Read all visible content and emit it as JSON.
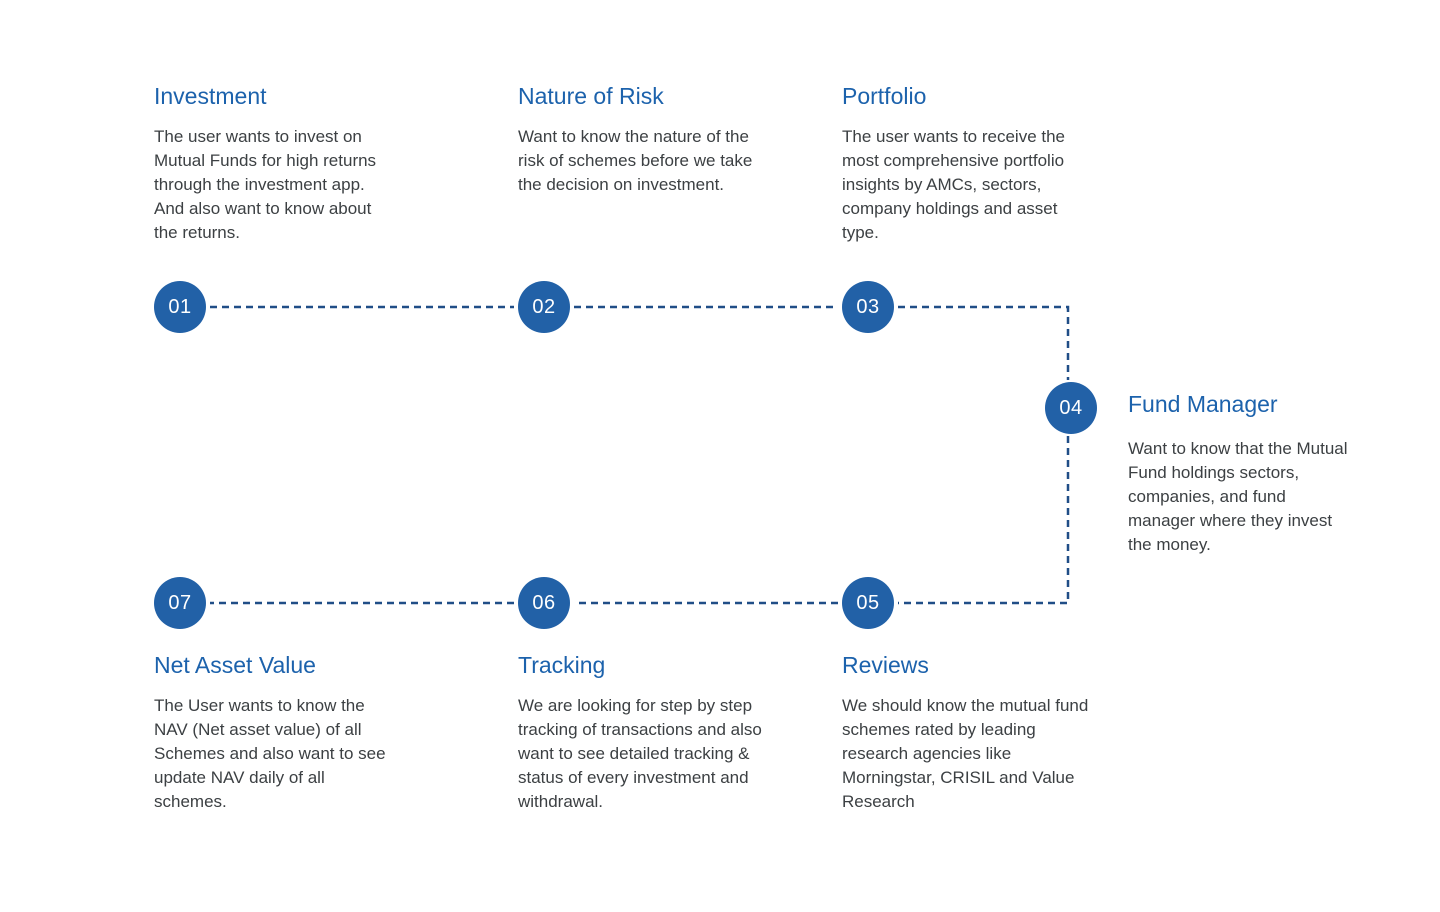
{
  "diagram": {
    "type": "process-flow-timeline",
    "background_color": "#FFFFFF",
    "accent_color": "#2261A7",
    "title_color": "#1C62AC",
    "body_color": "#3C4043",
    "connector_color": "#204E87",
    "node_label_color": "#FFFFFF"
  },
  "steps": [
    {
      "number": "01",
      "title": "Investment",
      "body": "The user wants to invest on Mutual Funds for high returns through the investment app. And also want to know about the returns."
    },
    {
      "number": "02",
      "title": "Nature of Risk",
      "body": "Want to know the nature of the risk of schemes before we take the decision on investment."
    },
    {
      "number": "03",
      "title": "Portfolio",
      "body": "The user wants to receive the most comprehensive portfolio insights by AMCs, sectors, company holdings and asset type."
    },
    {
      "number": "04",
      "title": "Fund Manager",
      "body": "Want to know that the Mutual Fund holdings sectors, companies, and fund manager where they invest the money."
    },
    {
      "number": "05",
      "title": "Reviews",
      "body": "We should know the mutual fund schemes rated by leading research agencies like Morningstar, CRISIL and Value Research"
    },
    {
      "number": "06",
      "title": "Tracking",
      "body": "We are looking for step by step tracking of transactions and also want to see detailed tracking & status of every investment and withdrawal."
    },
    {
      "number": "07",
      "title": "Net Asset Value",
      "body": "The User wants to know the NAV (Net asset value) of all Schemes and also want to see update NAV daily of all schemes."
    }
  ]
}
